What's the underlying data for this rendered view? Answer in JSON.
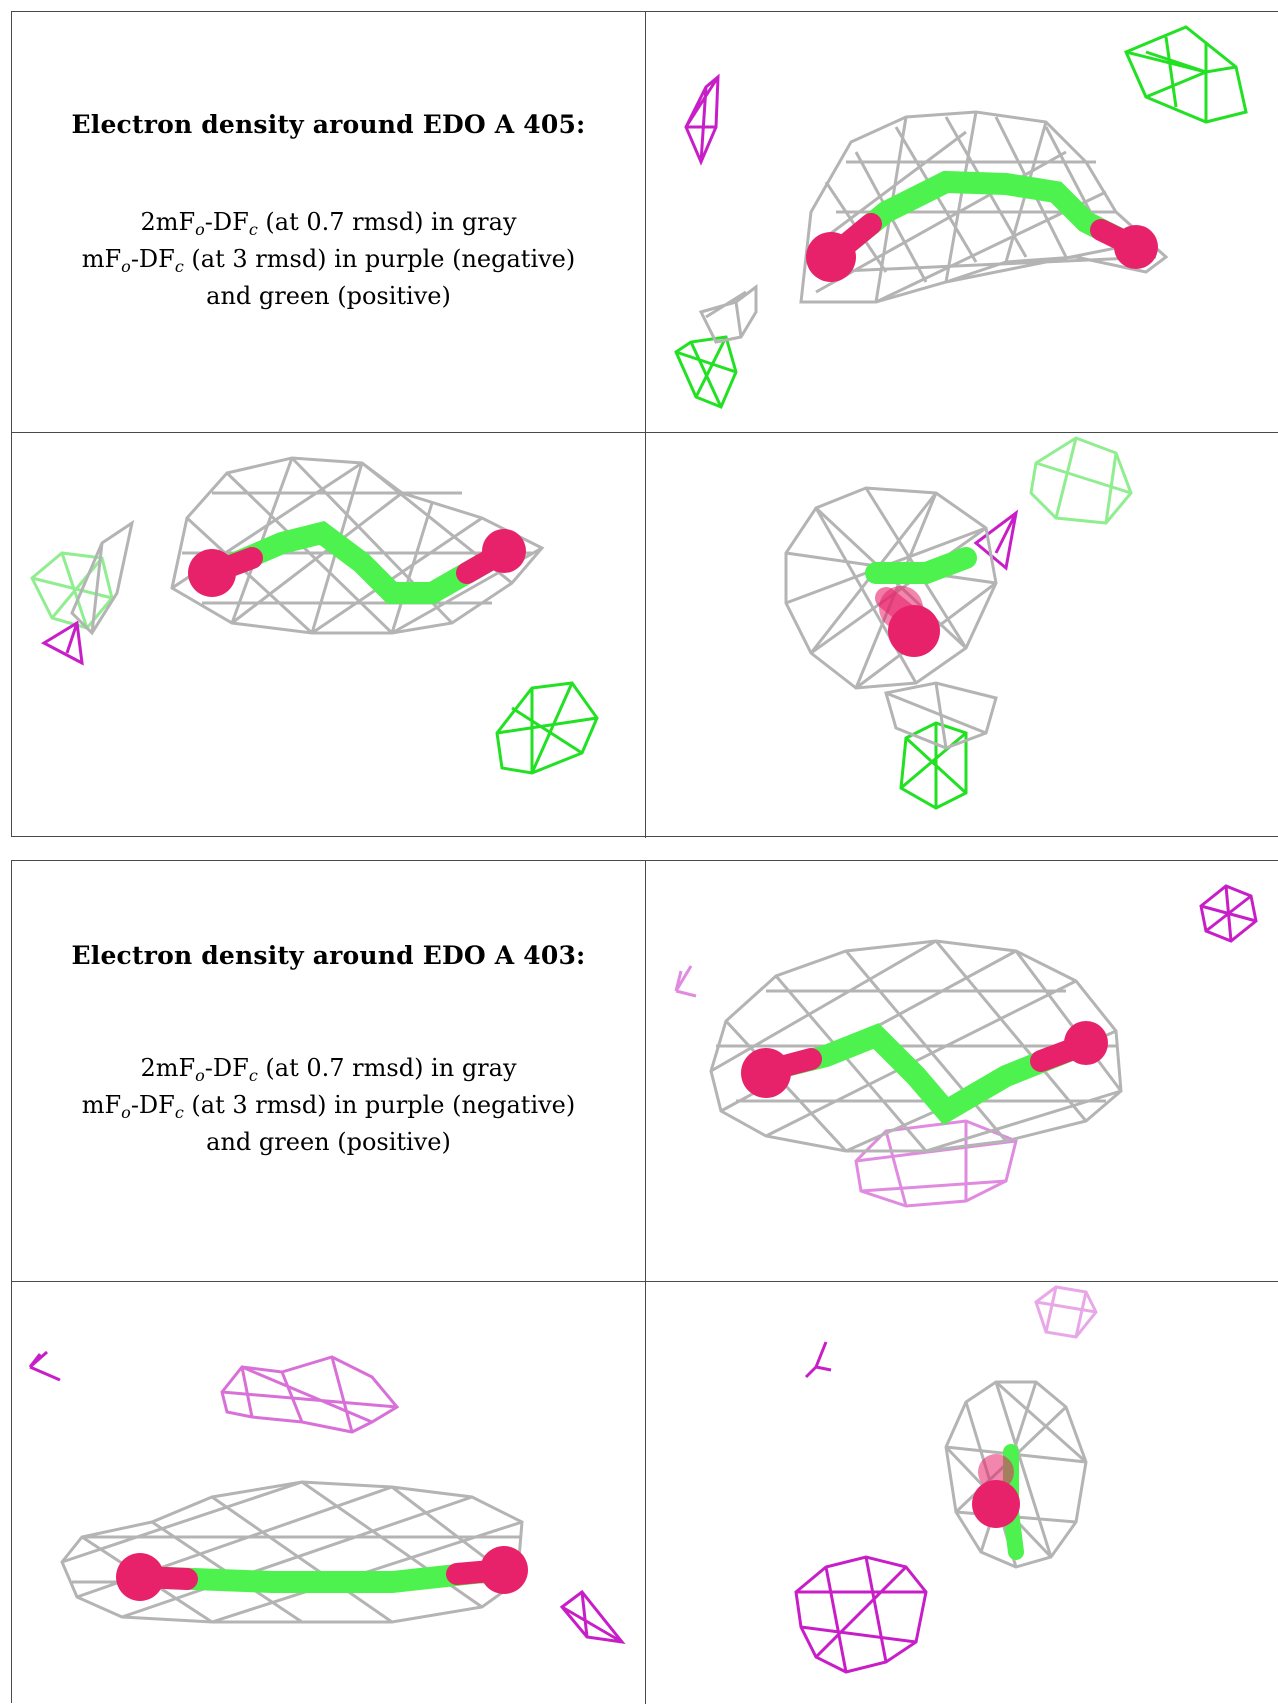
{
  "panels": [
    {
      "heading": "Electron density around EDO A 405:",
      "line1_pre": "2mF",
      "line1_sub1": "o",
      "line1_mid": "-DF",
      "line1_sub2": "c",
      "line1_post": " (at 0.7 rmsd) in gray",
      "line2_pre": "mF",
      "line2_sub1": "o",
      "line2_mid": "-DF",
      "line2_sub2": "c",
      "line2_post": " (at 3 rmsd) in purple (negative)",
      "line3": "and green (positive)"
    },
    {
      "heading": "Electron density around EDO A 403:",
      "line1_pre": "2mF",
      "line1_sub1": "o",
      "line1_mid": "-DF",
      "line1_sub2": "c",
      "line1_post": " (at 0.7 rmsd) in gray",
      "line2_pre": "mF",
      "line2_sub1": "o",
      "line2_mid": "-DF",
      "line2_sub2": "c",
      "line2_post": " (at 3 rmsd) in purple (negative)",
      "line3": "and green (positive)"
    }
  ],
  "colors": {
    "mesh_gray": "#b4b4b4",
    "positive_green": "#22e022",
    "negative_purple": "#c81ec8",
    "ligand_green": "#4ef24e",
    "oxygen_pink": "#e8226a"
  }
}
